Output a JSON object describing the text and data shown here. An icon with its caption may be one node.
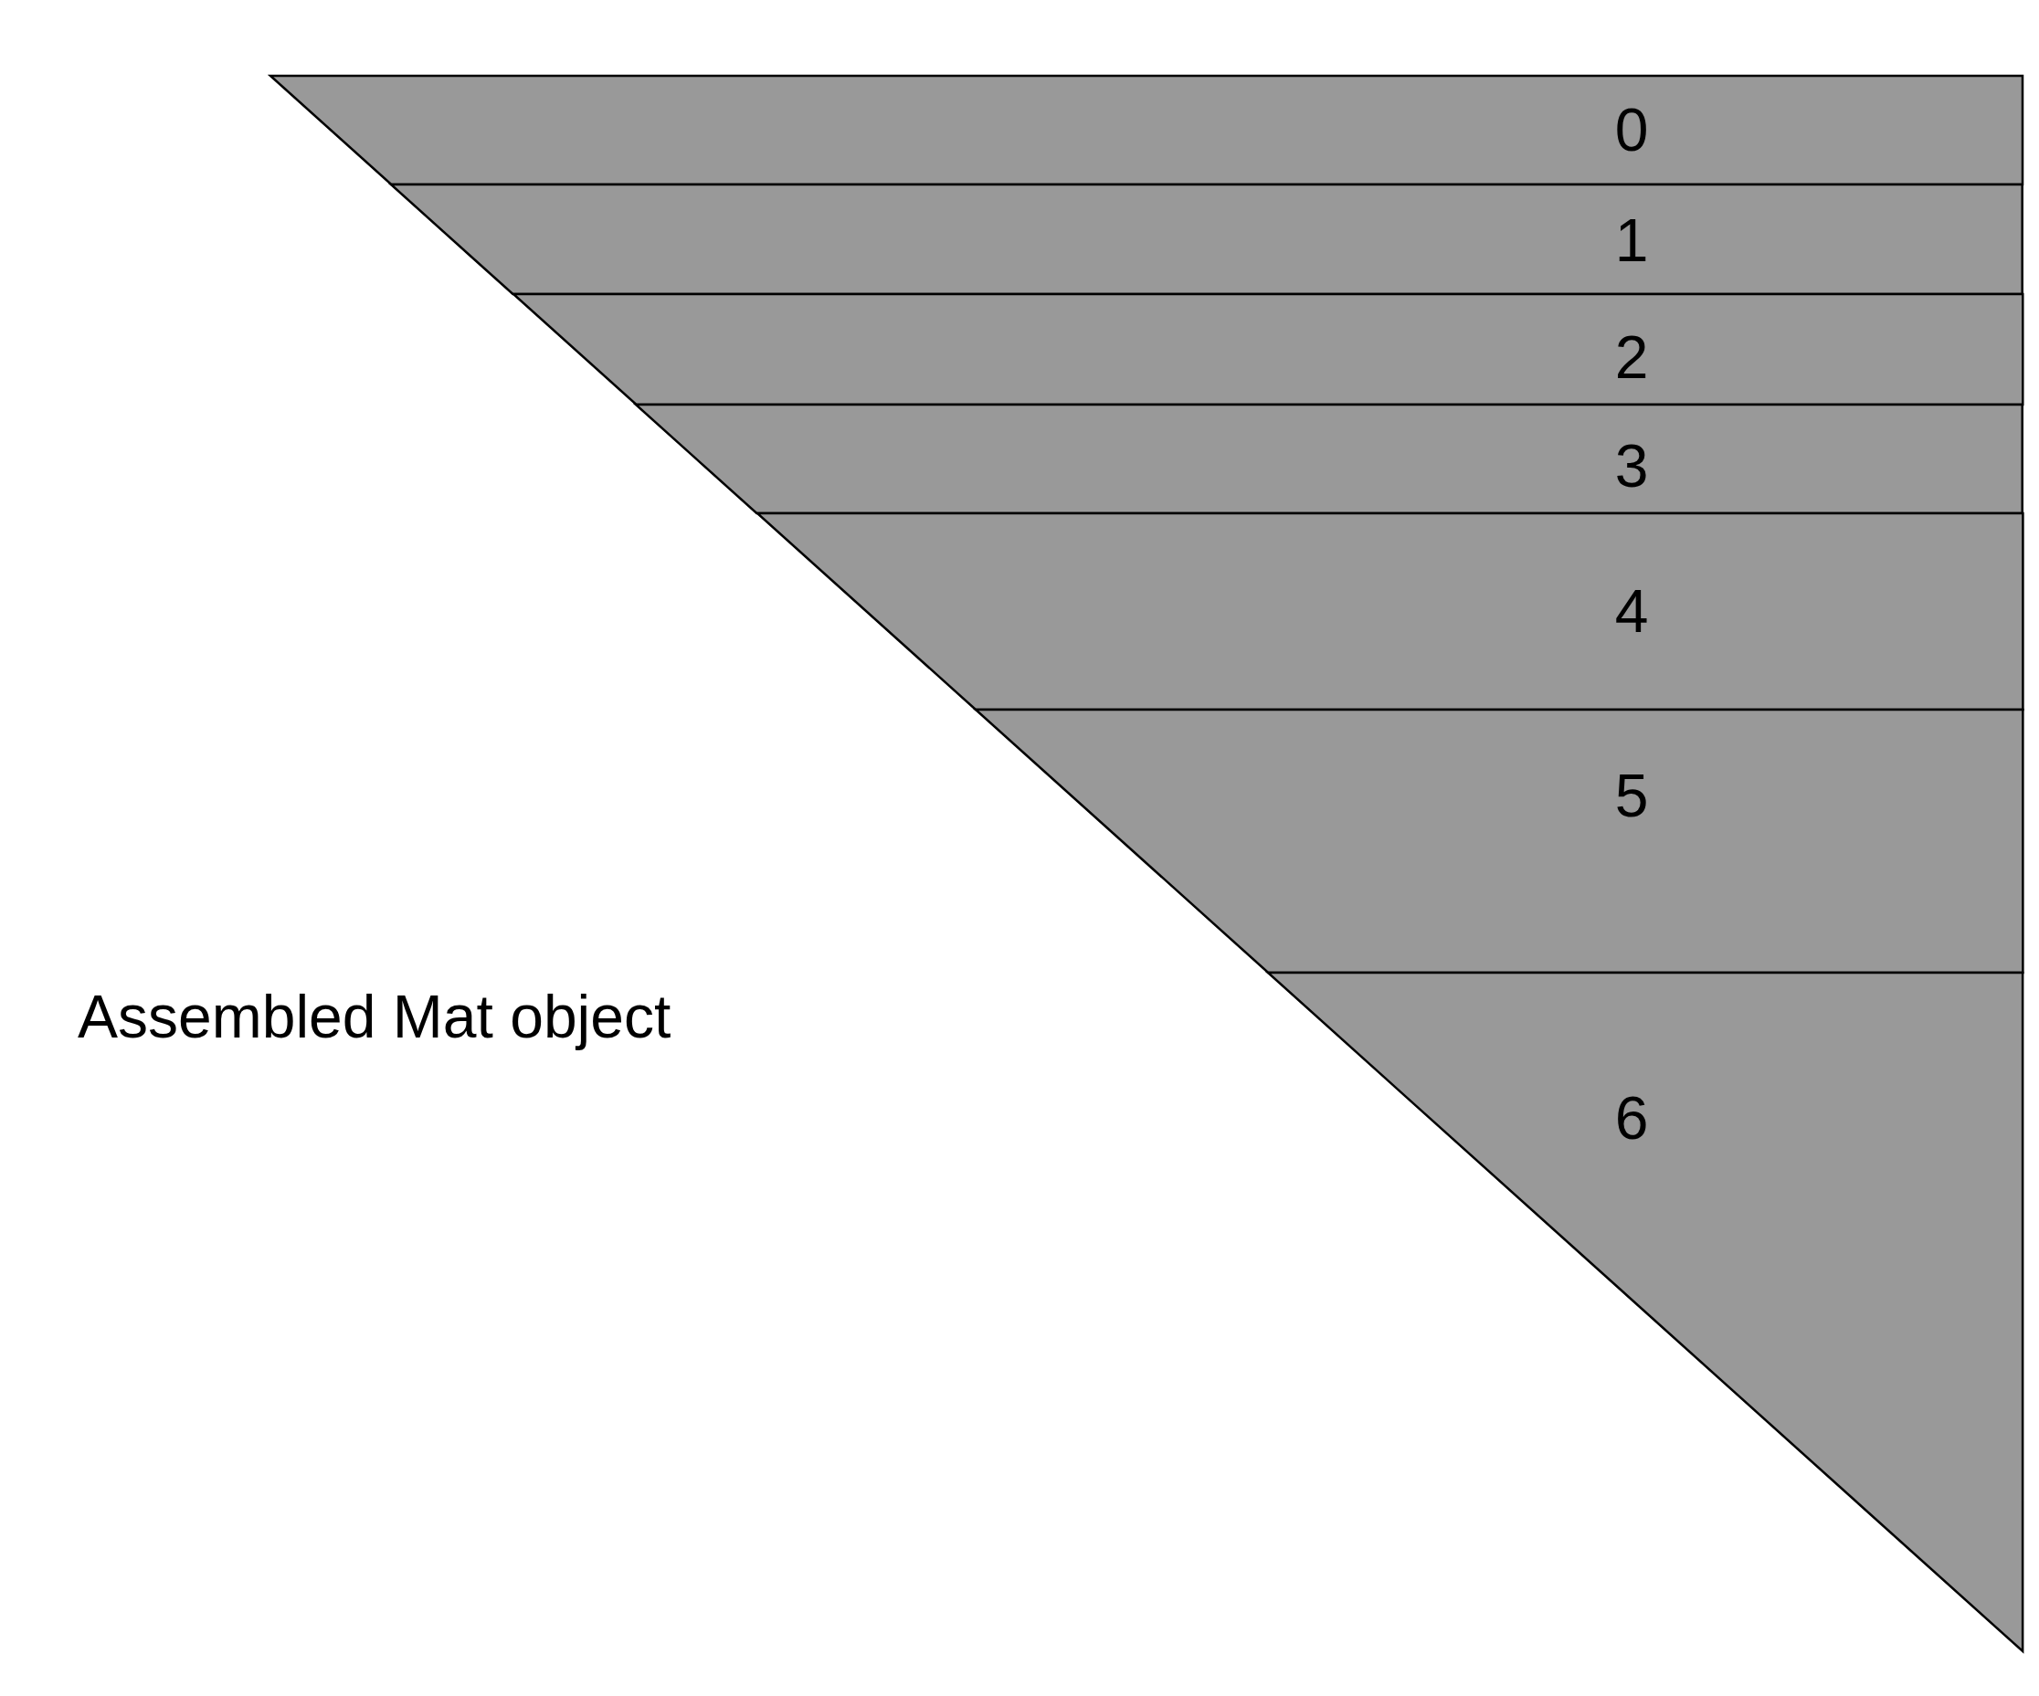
{
  "diagram": {
    "nodes": [
      {
        "text": [
          "0"
        ]
      },
      {
        "text": [
          "1"
        ]
      },
      {
        "text": [
          "2"
        ]
      },
      {
        "text": [
          "3"
        ]
      },
      {
        "text": [
          "4"
        ]
      },
      {
        "text": [
          "5"
        ]
      },
      {
        "text": [
          "6"
        ]
      }
    ],
    "labels": [
      "Assembled Mat object"
    ]
  }
}
